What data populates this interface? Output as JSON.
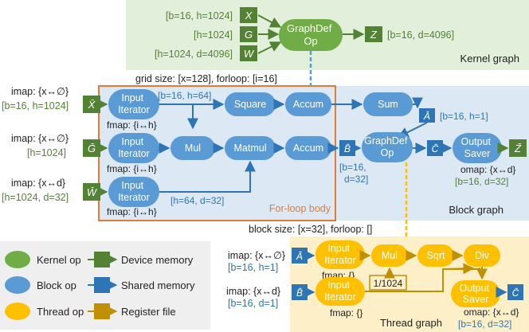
{
  "colors": {
    "kernel_bg": "#e2efda",
    "block_bg": "#dde8f5",
    "thread_bg": "#fdf0c8",
    "forloop_border": "#e07b39",
    "kernel_op": "#70ad47",
    "block_op": "#5b9bd5",
    "thread_op": "#ffc000",
    "device_mem": "#548235",
    "shared_mem": "#2e75b6",
    "register_mem": "#bf9000",
    "kernel_text": "#548235",
    "block_text": "#2e75b6",
    "thread_text": "#bf9000"
  },
  "kernel": {
    "title": "Kernel graph",
    "op": "GraphDef\nOp",
    "inputs": [
      {
        "name": "X",
        "dims": "[b=16, h=1024]"
      },
      {
        "name": "G",
        "dims": "[h=1024]"
      },
      {
        "name": "W",
        "dims": "[h=1024, d=4096]"
      }
    ],
    "output": {
      "name": "Z",
      "dims": "[b=16, d=4096]"
    }
  },
  "block": {
    "title": "Block graph",
    "config": "grid size: [x=128], forloop: [i=16]",
    "forloop_label": "For-loop body",
    "inputs": [
      {
        "name": "X̄",
        "imap": "imap: {x↔∅}",
        "dims": "[b=16, h=1024]",
        "fmap": "fmap: {i↔h}"
      },
      {
        "name": "Ḡ",
        "imap": "imap: {x↔∅}",
        "dims": "[h=1024]",
        "fmap": "fmap: {i↔h}"
      },
      {
        "name": "W̄",
        "imap": "imap: {x↔d}",
        "dims": "[h=1024, d=32]",
        "fmap": "fmap: {i↔h}"
      }
    ],
    "ops": {
      "input_iterator": "Input\nIterator",
      "square": "Square",
      "accum": "Accum",
      "sum": "Sum",
      "mul": "Mul",
      "matmul": "Matmul",
      "graphdef": "GraphDef\nOp",
      "output_saver": "Output\nSaver"
    },
    "edge_labels": {
      "x_iter": "[b=16, h=64]",
      "w_iter": "[h=64, d=32]",
      "a": "[b=16, h=1]",
      "b": "[b=16,\nd=32]"
    },
    "tensors": {
      "a": "Ā",
      "b": "B̄",
      "c": "C̄",
      "z": "Z̄"
    },
    "omap": "omap: {x↔d}",
    "out_dims": "[b=16, d=32]"
  },
  "thread": {
    "title": "Thread graph",
    "config": "block size: [x=32], forloop: []",
    "inputs": [
      {
        "name": "Ā",
        "imap": "imap: {x↔∅}",
        "dims": "[b=16, h=1]",
        "fmap": "fmap: {}"
      },
      {
        "name": "B̄",
        "imap": "imap: {x↔d}",
        "dims": "[b=16, d=1]",
        "fmap": "fmap: {}"
      }
    ],
    "ops": {
      "input_iterator": "Input\nIterator",
      "mul": "Mul",
      "sqrt": "Sqrt",
      "div": "Div",
      "output_saver": "Output\nSaver"
    },
    "constant": "1/1024",
    "output": {
      "name": "C̄",
      "omap": "omap: {x↔d}",
      "dims": "[b=16, d=32]"
    }
  },
  "legend": [
    {
      "kind": "op",
      "color": "kernel_op",
      "label": "Kernel op",
      "icon": "kernel-op-icon"
    },
    {
      "kind": "op",
      "color": "block_op",
      "label": "Block op",
      "icon": "block-op-icon"
    },
    {
      "kind": "op",
      "color": "thread_op",
      "label": "Thread op",
      "icon": "thread-op-icon"
    },
    {
      "kind": "mem",
      "color": "device_mem",
      "label": "Device memory",
      "icon": "device-memory-icon"
    },
    {
      "kind": "mem",
      "color": "shared_mem",
      "label": "Shared memory",
      "icon": "shared-memory-icon"
    },
    {
      "kind": "mem",
      "color": "register_mem",
      "label": "Register file",
      "icon": "register-file-icon"
    }
  ]
}
